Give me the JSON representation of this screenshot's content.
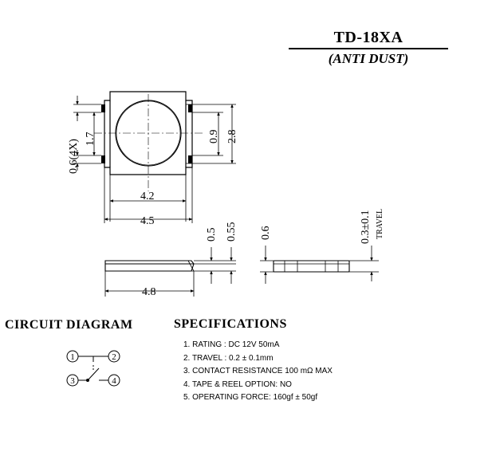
{
  "header": {
    "part_number": "TD-18XA",
    "variant": "(ANTI DUST)"
  },
  "dimensions": {
    "pin_width_4x": "0.6(4X)",
    "pin_pitch": "1.7",
    "plunger_height": "0.9",
    "body_height": "2.8",
    "inner_width": "4.2",
    "body_width": "4.5",
    "side_thickness": "0.5",
    "side_total": "0.55",
    "overall_length": "4.8",
    "side2_thickness": "0.6",
    "travel_value": "0.3±0.1",
    "travel_label": "TRAVEL"
  },
  "circuit": {
    "title": "CIRCUIT  DIAGRAM",
    "pins": [
      "1",
      "2",
      "3",
      "4"
    ]
  },
  "specifications": {
    "title": "SPECIFICATIONS",
    "items": [
      "1. RATING : DC 12V 50mA",
      "2. TRAVEL : 0.2 ± 0.1mm",
      "3. CONTACT RESISTANCE 100 mΩ MAX",
      "4. TAPE & REEL OPTION: NO",
      "5. OPERATING FORCE: 160gf ± 50gf"
    ]
  }
}
